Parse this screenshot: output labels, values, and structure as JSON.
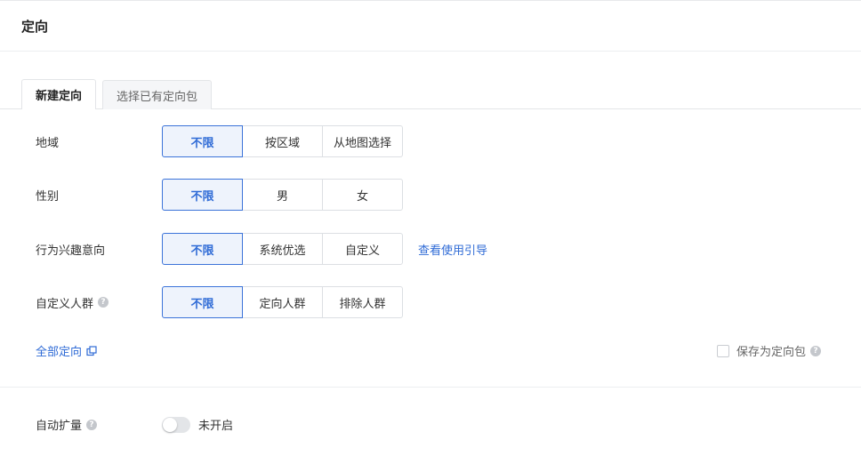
{
  "header": {
    "title": "定向"
  },
  "tabs": [
    {
      "label": "新建定向",
      "active": true
    },
    {
      "label": "选择已有定向包",
      "active": false
    }
  ],
  "form": {
    "region": {
      "label": "地域",
      "options": [
        "不限",
        "按区域",
        "从地图选择"
      ],
      "selected": "不限"
    },
    "gender": {
      "label": "性别",
      "options": [
        "不限",
        "男",
        "女"
      ],
      "selected": "不限"
    },
    "interest": {
      "label": "行为兴趣意向",
      "options": [
        "不限",
        "系统优选",
        "自定义"
      ],
      "selected": "不限",
      "guide_link": "查看使用引导"
    },
    "custom_audience": {
      "label": "自定义人群",
      "options": [
        "不限",
        "定向人群",
        "排除人群"
      ],
      "selected": "不限",
      "help_icon": "?"
    }
  },
  "all_targeting": {
    "label": "全部定向",
    "icon": "external-link-icon"
  },
  "save_package": {
    "label": "保存为定向包",
    "checked": false,
    "help_icon": "?"
  },
  "auto_expand": {
    "label": "自动扩量",
    "help_icon": "?",
    "status": "未开启",
    "enabled": false
  },
  "colors": {
    "accent": "#2f6bd6",
    "active_bg": "#eef3fc",
    "border": "#dcdfe3"
  }
}
